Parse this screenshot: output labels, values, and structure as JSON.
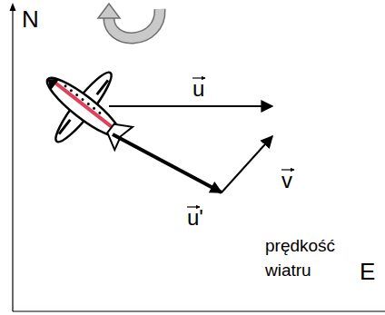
{
  "diagram": {
    "labels": [
      "N",
      "u",
      "u'",
      "v",
      "prędkość wiatru",
      "E"
    ]
  }
}
